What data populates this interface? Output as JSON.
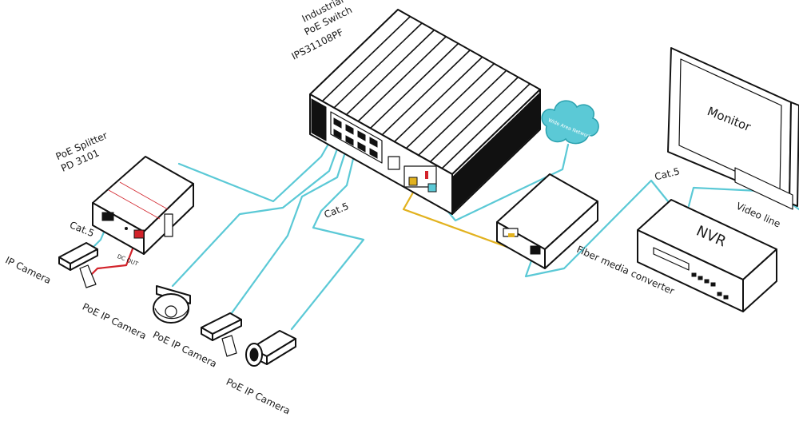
{
  "colors": {
    "ethernet": "#5bc9d6",
    "fiber": "#e2b21f",
    "dc_power": "#d2222a",
    "outline": "#111111"
  },
  "switch": {
    "title_line1": "Industrial",
    "title_line2": "PoE Switch",
    "model": "IPS31108PF"
  },
  "splitter": {
    "title_line1": "PoE Splitter",
    "title_line2": "PD 3101",
    "dc_out": "DC OUT"
  },
  "labels": {
    "cat5_splitter": "Cat.5",
    "cat5_center": "Cat.5",
    "cat5_nvr": "Cat.5",
    "ip_camera": "IP Camera",
    "poe_ip_camera_1": "PoE IP Camera",
    "poe_ip_camera_2": "PoE IP Camera",
    "poe_ip_camera_3": "PoE IP Camera",
    "wide_area_network": "Wide Area Network",
    "fiber_media_converter": "Fiber media converter",
    "monitor": "Monitor",
    "nvr": "NVR",
    "video_line": "Video line"
  },
  "icons": {
    "switch": "industrial-switch-icon",
    "splitter": "poe-splitter-icon",
    "cloud": "cloud-icon",
    "converter": "media-converter-icon",
    "monitor": "monitor-icon",
    "nvr": "nvr-icon",
    "camera_box": "box-camera-icon",
    "camera_dome": "dome-camera-icon",
    "camera_bullet": "bullet-camera-icon"
  }
}
